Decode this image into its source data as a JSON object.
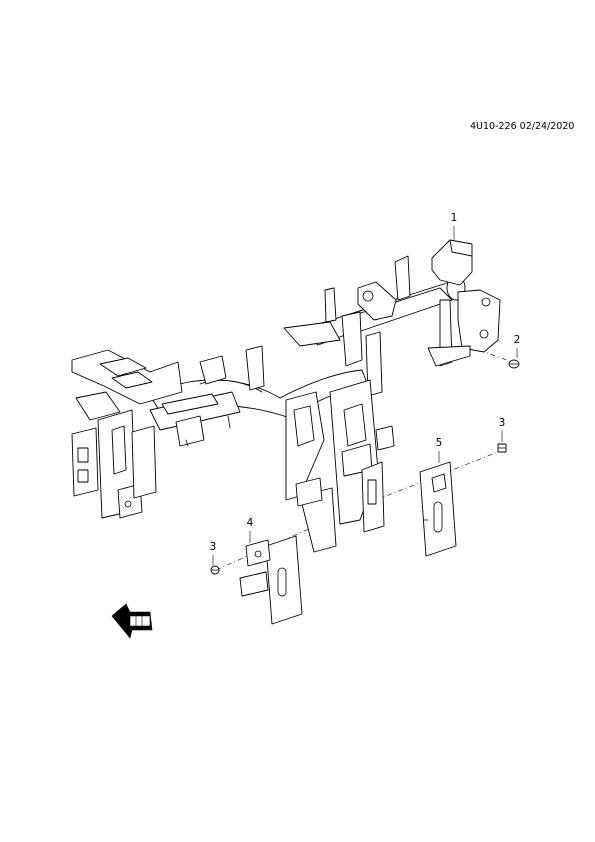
{
  "drawing_code": "4U10-226 02/24/2020",
  "callouts": [
    {
      "id": "1",
      "label": "1"
    },
    {
      "id": "2",
      "label": "2"
    },
    {
      "id": "3a",
      "label": "3"
    },
    {
      "id": "5",
      "label": "5"
    },
    {
      "id": "3b",
      "label": "3"
    },
    {
      "id": "4",
      "label": "4"
    }
  ],
  "icons": {
    "front": "front-direction-arrow-icon"
  }
}
